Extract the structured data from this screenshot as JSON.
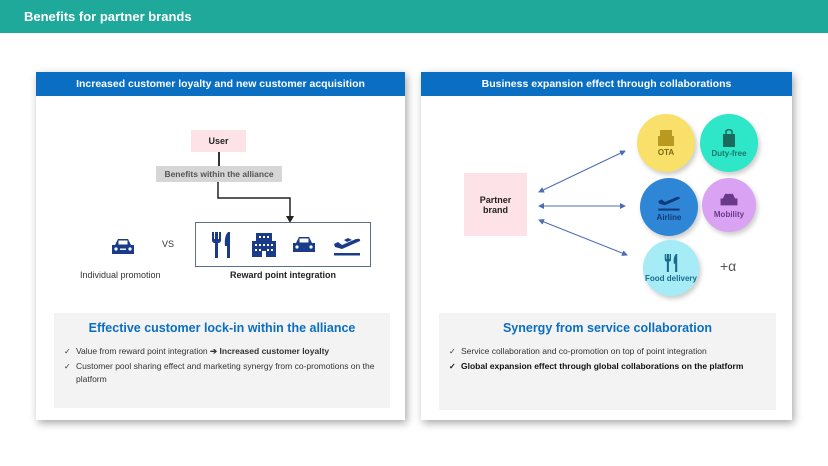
{
  "title": "Benefits for partner brands",
  "left": {
    "header": "Increased customer loyalty and new customer acquisition",
    "user": "User",
    "benefits": "Benefits within the alliance",
    "vs": "VS",
    "individual": "Individual promotion",
    "reward": "Reward point integration",
    "summary_title": "Effective customer lock-in within the alliance",
    "bullet1_a": "Value from reward point integration ",
    "bullet1_arrow": "➔",
    "bullet1_b": " Increased customer loyalty",
    "bullet2": "Customer pool sharing effect and marketing synergy from co-promotions on the platform"
  },
  "right": {
    "header": "Business expansion effect through collaborations",
    "partner": "Partner brand",
    "circles": [
      {
        "label": "OTA",
        "color": "#f9e06a"
      },
      {
        "label": "Duty-free",
        "color": "#2ee6c8"
      },
      {
        "label": "Airline",
        "color": "#2f86d6"
      },
      {
        "label": "Mobility",
        "color": "#d9a2f2"
      },
      {
        "label": "Food delivery",
        "color": "#a6ecf7"
      }
    ],
    "plus": "+α",
    "summary_title": "Synergy from service collaboration",
    "bullet1": "Service collaboration and co-promotion on top of point integration",
    "bullet2": "Global expansion effect through global collaborations on the platform"
  }
}
